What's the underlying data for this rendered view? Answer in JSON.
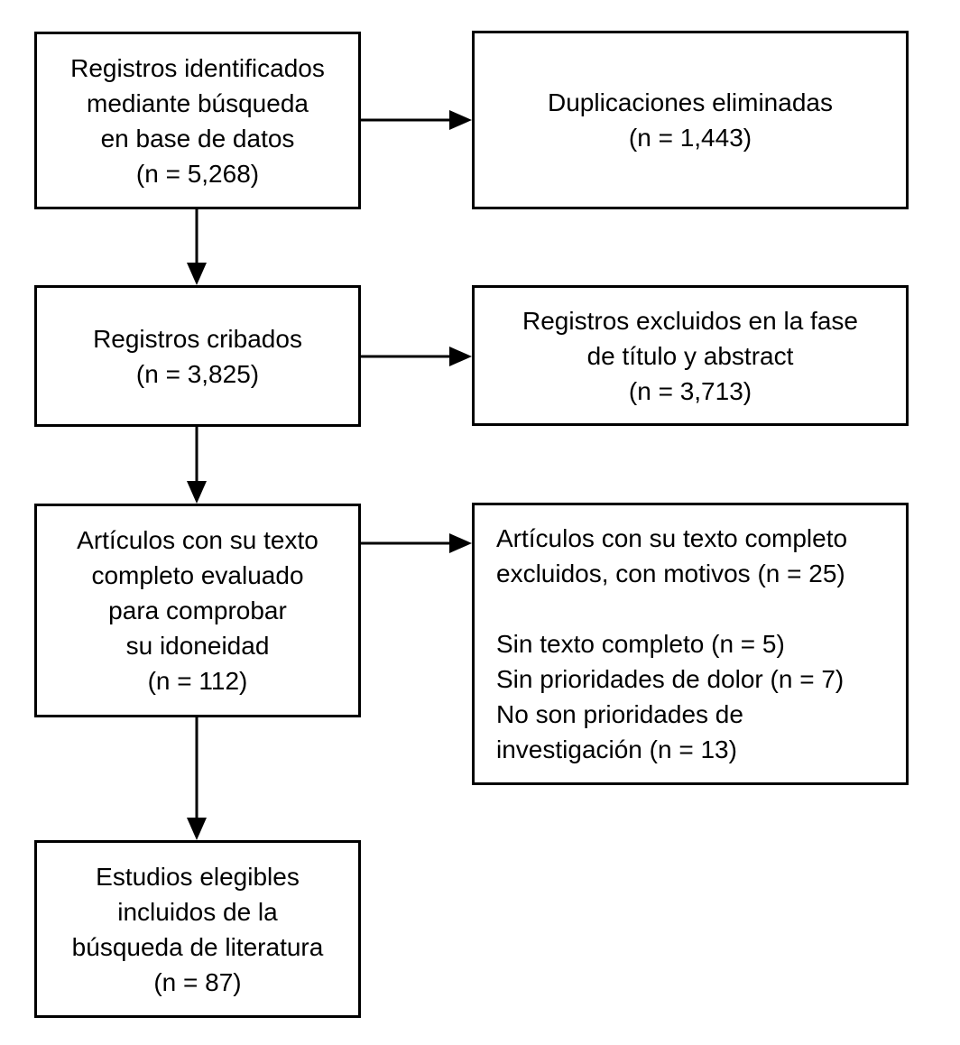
{
  "flowchart": {
    "type": "prisma-flow-diagram",
    "language": "es",
    "colors": {
      "background": "#ffffff",
      "border": "#000000",
      "text": "#000000",
      "arrow": "#000000"
    },
    "boxes": {
      "identified": {
        "n": "5,268",
        "lines": [
          "Registros identificados",
          "mediante búsqueda",
          "en base de datos",
          "(n = 5,268)"
        ]
      },
      "duplicates": {
        "n": "1,443",
        "lines": [
          "Duplicaciones eliminadas",
          "(n = 1,443)"
        ]
      },
      "screened": {
        "n": "3,825",
        "lines": [
          "Registros cribados",
          "(n = 3,825)"
        ]
      },
      "excluded_title_abstract": {
        "n": "3,713",
        "lines": [
          "Registros excluidos en la fase",
          "de título y abstract",
          "(n = 3,713)"
        ]
      },
      "fulltext_assessed": {
        "n": "112",
        "lines": [
          "Artículos con su texto",
          "completo evaluado",
          "para comprobar",
          "su idoneidad",
          "(n = 112)"
        ]
      },
      "fulltext_excluded": {
        "n": "25",
        "lines": [
          "Artículos con su texto completo",
          "excluidos, con motivos (n = 25)",
          "",
          "Sin texto completo (n = 5)",
          "Sin prioridades de dolor (n = 7)",
          "No son prioridades de",
          "investigación (n = 13)"
        ]
      },
      "included": {
        "n": "87",
        "lines": [
          "Estudios elegibles",
          "incluidos de la",
          "búsqueda de literatura",
          "(n = 87)"
        ]
      }
    }
  }
}
